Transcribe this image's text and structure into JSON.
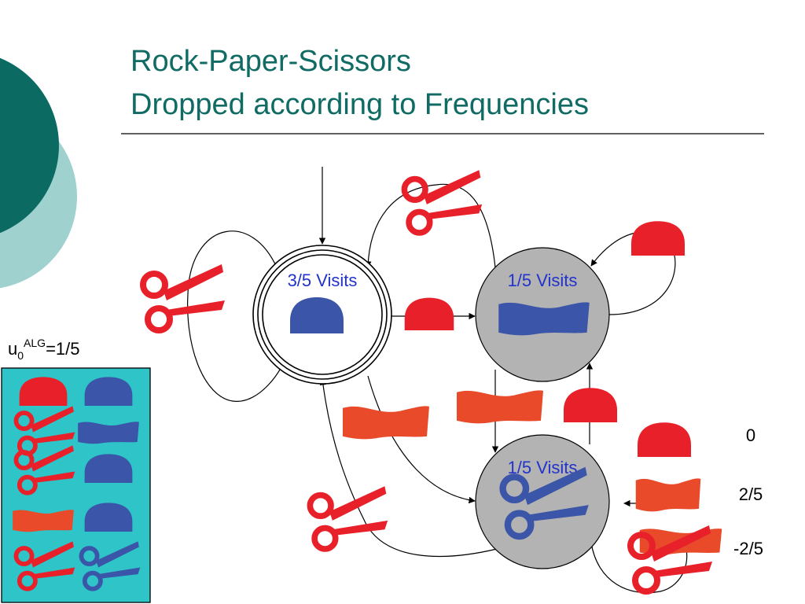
{
  "title": {
    "line1": "Rock-Paper-Scissors",
    "line2": "Dropped according to Frequencies"
  },
  "states": {
    "s1": {
      "label": "3/5 Visits",
      "symbol": "rock",
      "color": "#3b55a8"
    },
    "s2": {
      "label": "1/5 Visits",
      "symbol": "paper",
      "color": "#3b55a8"
    },
    "s3": {
      "label": "1/5 Visits",
      "symbol": "scissors",
      "color": "#3b55a8"
    }
  },
  "utility": {
    "prefix": "u",
    "subscript": "0",
    "superscript": "ALG",
    "value": "=1/5"
  },
  "payoffs": {
    "rock": "0",
    "paper": "2/5",
    "scissors": "-2/5"
  },
  "history_table": {
    "rows": [
      [
        "rock",
        "rock"
      ],
      [
        "scissors",
        "paper"
      ],
      [
        "scissors",
        "rock"
      ],
      [
        "paper",
        "rock"
      ],
      [
        "scissors",
        "scissors"
      ]
    ]
  },
  "colors": {
    "theme_teal_dark": "#0b6b63",
    "theme_teal_light": "#9fd1cf",
    "title": "#0f6b63",
    "panel_bg": "#2ec4c8",
    "opponent_red": "#e8202a",
    "paper_orange": "#e84a2a",
    "player_blue": "#3b55a8",
    "state_gray": "#b3b3b3"
  }
}
